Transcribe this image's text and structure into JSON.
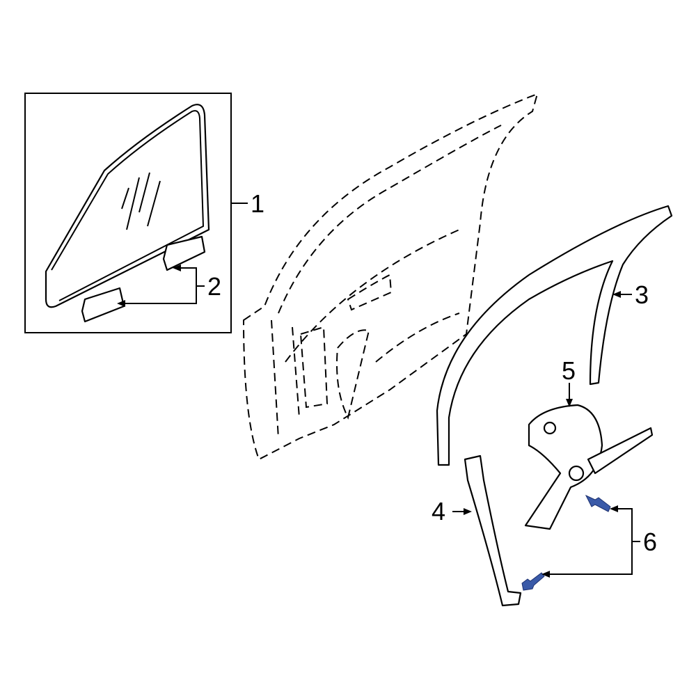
{
  "diagram": {
    "callouts": [
      {
        "number": "1",
        "part": "glass"
      },
      {
        "number": "2",
        "part": "glass-channels"
      },
      {
        "number": "3",
        "part": "run-channel"
      },
      {
        "number": "4",
        "part": "guide-channel"
      },
      {
        "number": "5",
        "part": "window-regulator"
      },
      {
        "number": "6",
        "part": "bolts"
      }
    ],
    "colors": {
      "highlight": "#3a5aa8",
      "line": "#000000",
      "background": "#ffffff"
    }
  }
}
